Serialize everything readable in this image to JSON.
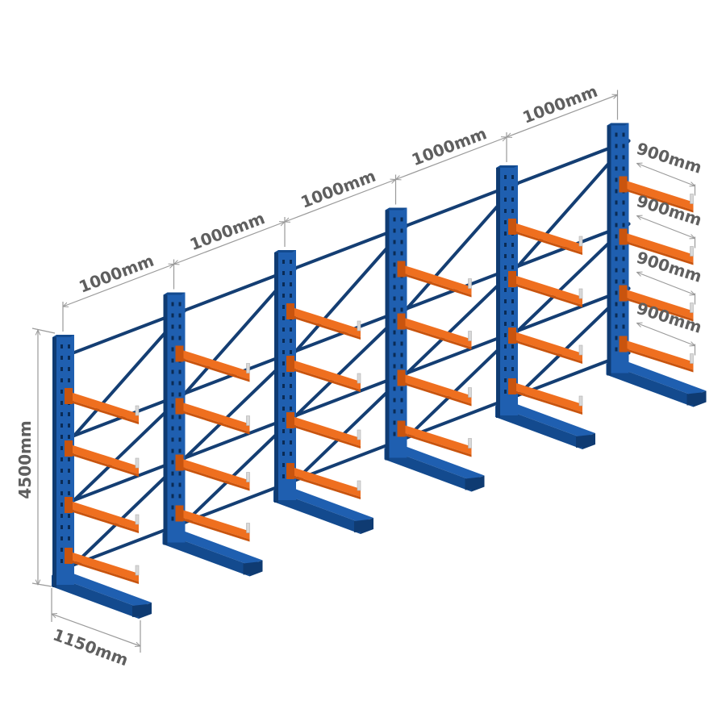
{
  "colors": {
    "column": "#1f5fb0",
    "column_side": "#134a8e",
    "column_dark": "#0f3b72",
    "brace": "#143e73",
    "arm": "#ef6f1f",
    "arm_dark": "#c9540e",
    "stop": "#d8d8d8",
    "hole": "#0a2b55",
    "dim_line": "#9a9a9a",
    "dim_text": "#5f5f5f"
  },
  "dimensions": {
    "bay_widths": [
      "1000mm",
      "1000mm",
      "1000mm",
      "1000mm",
      "1000mm"
    ],
    "arm_lengths": [
      "900mm",
      "900mm",
      "900mm",
      "900mm"
    ],
    "height": "4500mm",
    "base_length": "1150mm"
  },
  "rack": {
    "columns": 6,
    "arms_per_column": 4
  }
}
